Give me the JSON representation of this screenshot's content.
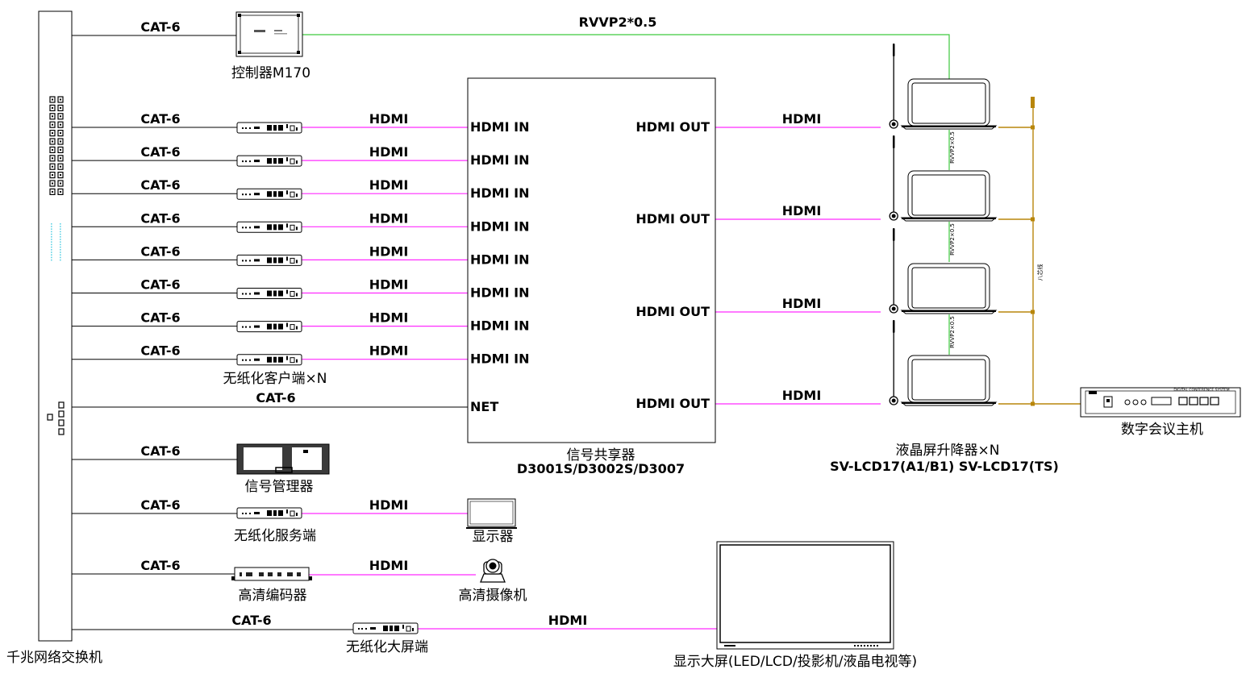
{
  "colors": {
    "cat6_line": "#000000",
    "hdmi_line": "#ff2bff",
    "rvvp_line": "#3ec93e",
    "bus_line": "#b8860b",
    "led_dots": "#5fd3e6"
  },
  "switch": {
    "label": "千兆网络交换机"
  },
  "controller": {
    "label": "控制器M170",
    "cable": "CAT-6",
    "link": "RVVP2*0.5"
  },
  "clients": {
    "cable": "CAT-6",
    "video": "HDMI",
    "input_port": "HDMI IN",
    "label": "无纸化客户端×N",
    "count": 8
  },
  "net_link": {
    "cable": "CAT-6",
    "port": "NET"
  },
  "sharer": {
    "label": "信号共享器",
    "model": "D3001S/D3002S/D3007",
    "output_port": "HDMI OUT",
    "output_count": 4
  },
  "lifts": {
    "video": "HDMI",
    "vertical_cable": "RVVP2×0.5",
    "bus_cable": "八芯线",
    "label": "液晶屏升降器×N",
    "models": "SV-LCD17(A1/B1)   SV-LCD17(TS)"
  },
  "conference_host": {
    "label": "数字会议主机",
    "panel_title": "DIGITAL CONFERENCE SYSTEM"
  },
  "signal_manager": {
    "label": "信号管理器",
    "cable": "CAT-6"
  },
  "server": {
    "label": "无纸化服务端",
    "cable": "CAT-6",
    "video": "HDMI",
    "display_label": "显示器"
  },
  "encoder": {
    "label": "高清编码器",
    "cable": "CAT-6",
    "video": "HDMI",
    "camera_label": "高清摄像机"
  },
  "big_screen": {
    "terminal_label": "无纸化大屏端",
    "cable": "CAT-6",
    "video": "HDMI",
    "screen_label": "显示大屏(LED/LCD/投影机/液晶电视等)"
  }
}
